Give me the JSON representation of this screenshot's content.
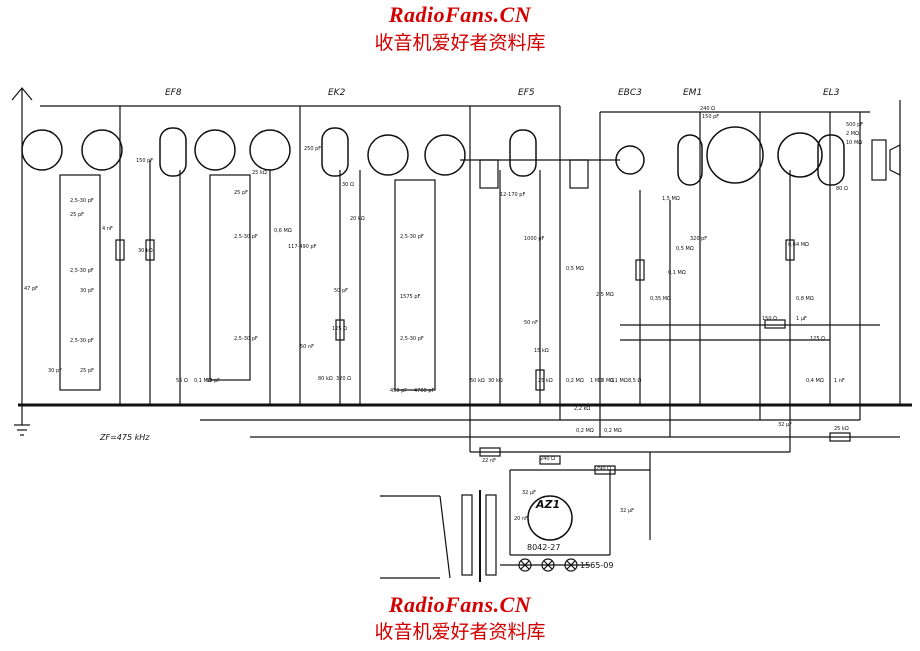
{
  "watermark": {
    "site": "RadioFans.CN",
    "subtitle": "收音机爱好者资料库"
  },
  "tubes": [
    "EF8",
    "EK2",
    "EF5",
    "EBC3",
    "EM1",
    "EL3",
    "AZ1"
  ],
  "labels": {
    "zf": "ZF=475 kHz",
    "transformer_code": "8042-27",
    "lamp_code": "1565-09"
  },
  "component_values": [
    "150 pF",
    "2,5-30 pF",
    "25 pF",
    "4 nF",
    "2,5-30 pF",
    "30 pF",
    "2,5-30 pF",
    "47 pF",
    "30 pF",
    "25 pF",
    "56 Ω",
    "0,1 MΩ",
    "50 pF",
    "30 kΩ",
    "25 kΩ",
    "25 pF",
    "2,5-30 pF",
    "2,5-30 pF",
    "0,6 MΩ",
    "117-490 pF",
    "250 pF",
    "30 Ω",
    "20 kΩ",
    "50 pF",
    "125 Ω",
    "50 nF",
    "80 kΩ",
    "320 Ω",
    "2,5-30 pF",
    "1575 pF",
    "2,5-30 pF",
    "450 pF",
    "4700 pF",
    "12-170 pF",
    "50 kΩ",
    "30 kΩ",
    "1000 pF",
    "50 nF",
    "15 kΩ",
    "25 kΩ",
    "0,2 MΩ",
    "0,5 MΩ",
    "1 MΩ",
    "2,5 MΩ",
    "0,1 MΩ",
    "0,35 MΩ",
    "8,5 Ω",
    "10 MΩ",
    "1,5 MΩ",
    "0,1 MΩ",
    "320 pF",
    "0,5 MΩ",
    "0,64 MΩ",
    "0,8 MΩ",
    "125 Ω",
    "1 µF",
    "150 Ω",
    "1 nF",
    "0,4 MΩ",
    "32 µF",
    "25 kΩ",
    "2,2 kΩ",
    "0,2 MΩ",
    "0,2 MΩ",
    "22 nF",
    "240 Ω",
    "290 Ω",
    "32 µF",
    "20 nF",
    "32 µF",
    "80 Ω",
    "500 pF",
    "2 MΩ",
    "10 MΩ",
    "150 pF",
    "240 Ω"
  ]
}
